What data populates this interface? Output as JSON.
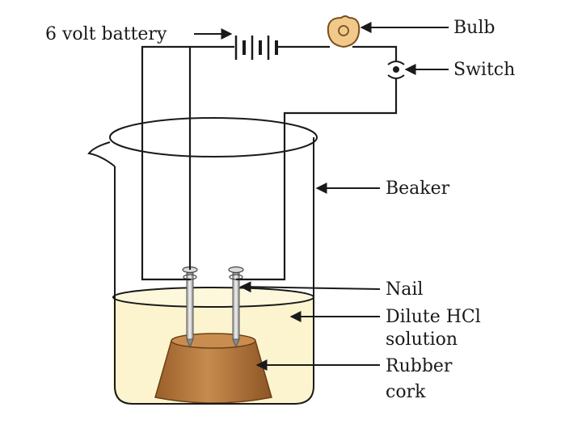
{
  "labels": {
    "battery": "6 volt battery",
    "bulb": "Bulb",
    "switch": "Switch",
    "beaker": "Beaker",
    "nail": "Nail",
    "solution_line1": "Dilute HCl",
    "solution_line2": "solution",
    "cork_line1": "Rubber",
    "cork_line2": "cork"
  },
  "colors": {
    "solution": "#fbf4cf",
    "cork": "#b8793e",
    "bulb": "#f1c98b",
    "wire": "#1a1a1a"
  }
}
